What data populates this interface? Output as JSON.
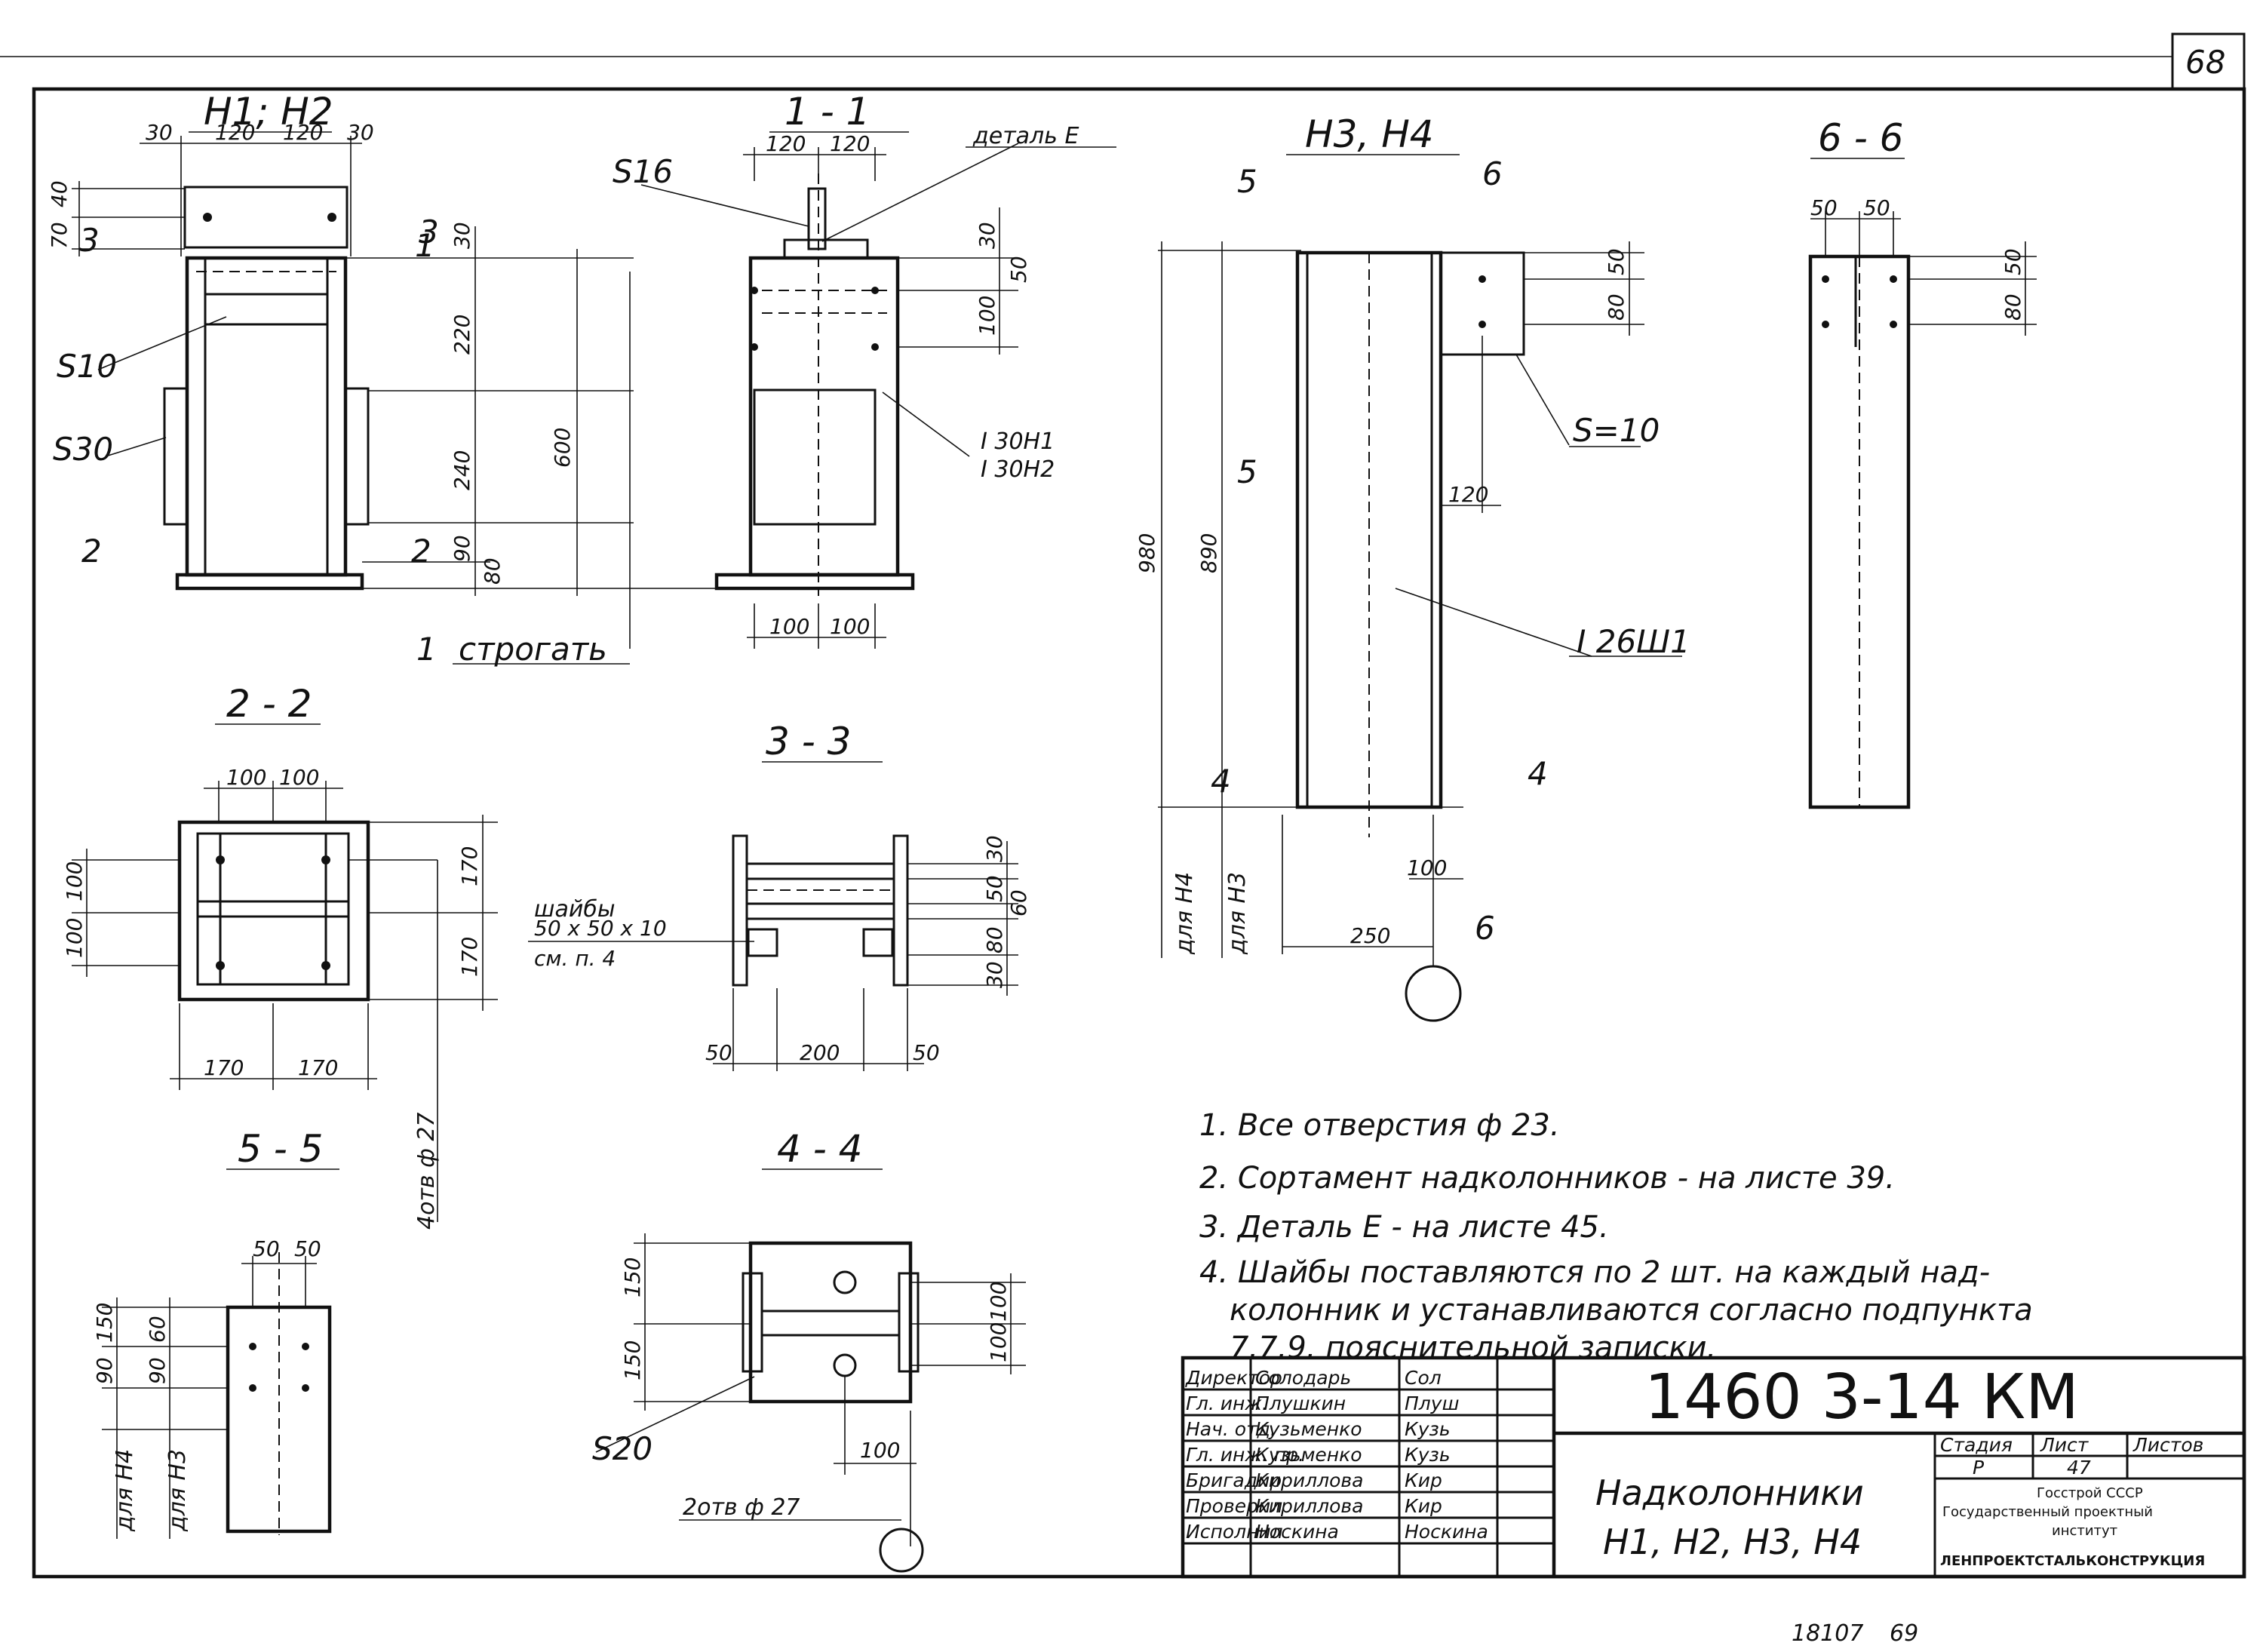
{
  "sheet": {
    "page_number": "68",
    "bottom_stamp_a": "18107",
    "bottom_stamp_b": "69"
  },
  "views": {
    "h1h2": {
      "title": "H1; H2",
      "dims_top": [
        "30",
        "120",
        "120",
        "30"
      ],
      "dims_left": [
        "70",
        "40"
      ],
      "dims_mid": [
        "30",
        "220",
        "240",
        "90",
        "80"
      ],
      "overall": "600",
      "plate_s10": "S10",
      "plate_s30": "S30",
      "cut_mark_1": "1",
      "cut_mark_2": "2",
      "cut_mark_3": "3",
      "plane_note": "строгать"
    },
    "s11": {
      "title": "1 - 1",
      "dims_top": [
        "120",
        "120"
      ],
      "dims_right": [
        "30",
        "50",
        "100"
      ],
      "dims_bottom": [
        "100",
        "100"
      ],
      "plate_s16": "S16",
      "detail_e": "деталь Е",
      "beam_1": "I 30Н1",
      "beam_2": "I 30Н2"
    },
    "h3h4": {
      "title": "H3, H4",
      "dims_left": [
        "980",
        "890"
      ],
      "for_h4": "для Н4",
      "for_h3": "для Н3",
      "dims_right": [
        "80",
        "50",
        "120"
      ],
      "dims_bottom": [
        "100",
        "250"
      ],
      "plate_s10": "S=10",
      "beam": "I 26Ш1",
      "cut_mark_4": "4",
      "cut_mark_5": "5",
      "cut_mark_6": "6"
    },
    "s66": {
      "title": "6 - 6",
      "dims_top": [
        "50",
        "50"
      ],
      "dims_right": [
        "80",
        "50"
      ]
    },
    "s22": {
      "title": "2 - 2",
      "dims_top": [
        "100",
        "100"
      ],
      "dims_left": [
        "100",
        "100"
      ],
      "dims_right": [
        "170",
        "170"
      ],
      "dims_bottom": [
        "170",
        "170"
      ],
      "holes": "4отв ф 27"
    },
    "s33": {
      "title": "3 - 3",
      "washers_1": "шайбы",
      "washers_2": "50 х 50 х 10",
      "washers_3": "см. п. 4",
      "dims_right": [
        "30",
        "50",
        "60",
        "80",
        "30"
      ],
      "dims_bottom": [
        "50",
        "200",
        "50"
      ]
    },
    "s55": {
      "title": "5 - 5",
      "dims_top": [
        "50",
        "50"
      ],
      "dims_left_a": [
        "90",
        "150"
      ],
      "dims_left_b": [
        "90",
        "60"
      ],
      "for_h4": "для Н4",
      "for_h3": "для Н3"
    },
    "s44": {
      "title": "4 - 4",
      "dims_left": [
        "150",
        "150"
      ],
      "dims_right": [
        "100",
        "100"
      ],
      "dim_bottom": "100",
      "plate_s20": "S20",
      "holes": "2отв ф 27"
    }
  },
  "notes": [
    "1. Все отверстия ф 23.",
    "2. Сортамент надколонников - на листе 39.",
    "3. Деталь Е - на листе 45.",
    "4. Шайбы поставляются по 2 шт. на каждый над-",
    "колонник и устанавливаются согласно подпункта",
    "7.7.9. пояснительной записки."
  ],
  "title_block": {
    "roles": [
      "Директор",
      "Гл. инж.",
      "Нач. отд.",
      "Гл. инж. пр.",
      "Бригадир",
      "Проверил",
      "Исполнил"
    ],
    "names": [
      "Солодарь",
      "Плушкин",
      "Кузьменко",
      "Кузьменко",
      "Кириллова",
      "Кириллова",
      "Носкина"
    ],
    "signatures": [
      "Сол",
      "Плуш",
      "Кузь",
      "Кузь",
      "Кир",
      "Кир",
      "Носкина"
    ],
    "doc_code": "1460 3-14 КМ",
    "name_line1": "Надколонники",
    "name_line2": "Н1, Н2, Н3, Н4",
    "hdr_stage": "Стадия",
    "hdr_sheet": "Лист",
    "hdr_sheets": "Листов",
    "val_stage": "Р",
    "val_sheet": "47",
    "org1": "Госстрой СССР",
    "org2": "Государственный проектный",
    "org3": "институт",
    "org4": "ЛЕНПРОЕКТСТАЛЬКОНСТРУКЦИЯ"
  }
}
